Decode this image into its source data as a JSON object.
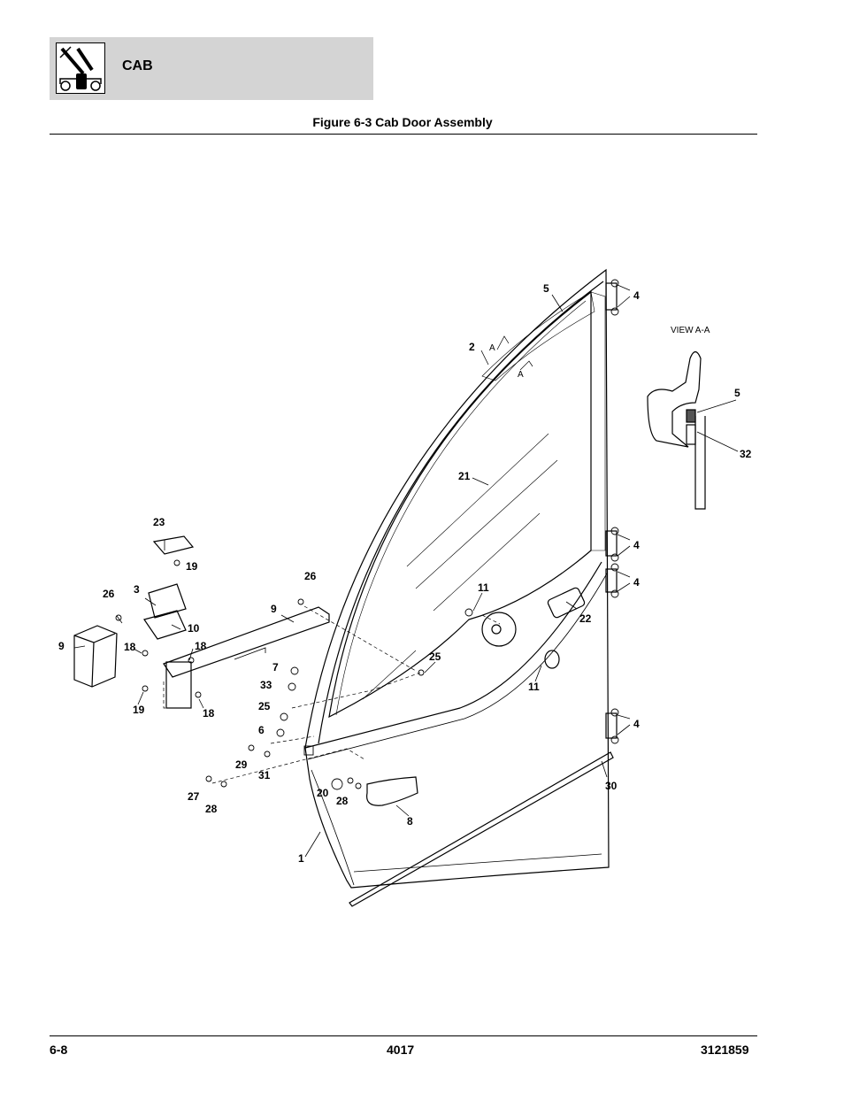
{
  "header": {
    "section_title": "CAB",
    "icon": "telehandler-cab-icon"
  },
  "figure": {
    "title": "Figure 6-3 Cab Door Assembly",
    "view_label": "VIEW A-A",
    "section_marks": [
      "A",
      "A"
    ],
    "callouts": {
      "c1": "1",
      "c2": "2",
      "c3": "3",
      "c4a": "4",
      "c4b": "4",
      "c4c": "4",
      "c4d": "4",
      "c5": "5",
      "c5v": "5",
      "c6": "6",
      "c7": "7",
      "c8": "8",
      "c9a": "9",
      "c9b": "9",
      "c10": "10",
      "c11a": "11",
      "c11b": "11",
      "c18a": "18",
      "c18b": "18",
      "c18c": "18",
      "c19a": "19",
      "c19b": "19",
      "c20": "20",
      "c21": "21",
      "c22": "22",
      "c23": "23",
      "c25a": "25",
      "c25b": "25",
      "c26a": "26",
      "c26b": "26",
      "c27": "27",
      "c28a": "28",
      "c28b": "28",
      "c29": "29",
      "c30": "30",
      "c31": "31",
      "c32": "32",
      "c33": "33"
    }
  },
  "footer": {
    "page": "6-8",
    "model": "4017",
    "doc_number": "3121859"
  }
}
